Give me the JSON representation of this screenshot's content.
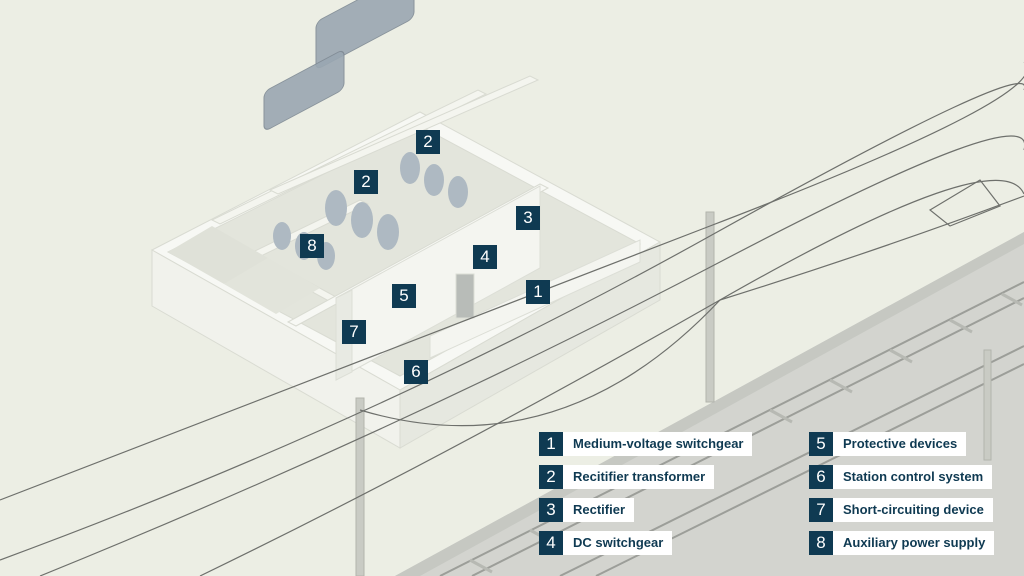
{
  "colors": {
    "background": "#eceee4",
    "badge": "#0f3a52",
    "badge_text": "#ffffff",
    "label_bg": "#ffffff",
    "label_text": "#0f3a52"
  },
  "markers": {
    "m1": "1",
    "m2a": "2",
    "m2b": "2",
    "m3": "3",
    "m4": "4",
    "m5": "5",
    "m6": "6",
    "m7": "7",
    "m8": "8"
  },
  "legend": [
    {
      "number": "1",
      "label": "Medium-voltage switchgear"
    },
    {
      "number": "2",
      "label": "Recitifier transformer"
    },
    {
      "number": "3",
      "label": "Rectifier"
    },
    {
      "number": "4",
      "label": "DC switchgear"
    },
    {
      "number": "5",
      "label": "Protective devices"
    },
    {
      "number": "6",
      "label": "Station control system"
    },
    {
      "number": "7",
      "label": "Short-circuiting device"
    },
    {
      "number": "8",
      "label": "Auxiliary power supply"
    }
  ]
}
